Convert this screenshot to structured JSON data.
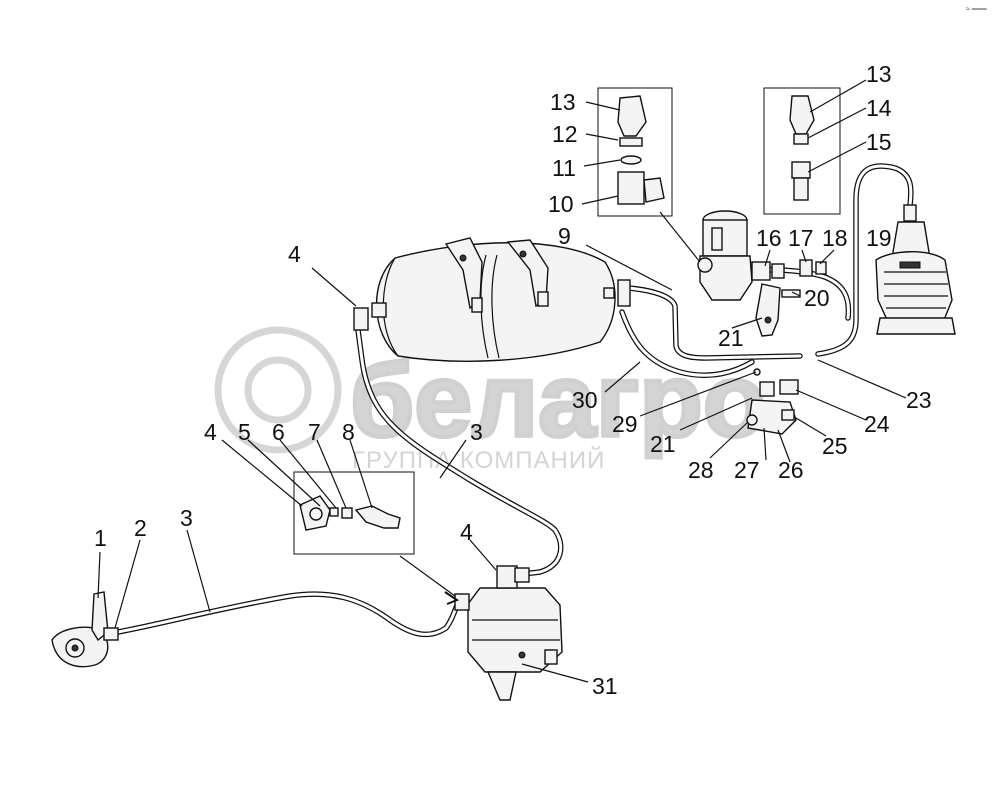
{
  "watermark": {
    "brand": "белагро",
    "subtitle": "ГРУППА КОМПАНИЙ"
  },
  "corner_mark": "≈ ═══",
  "callouts": [
    {
      "id": "c1",
      "text": "1"
    },
    {
      "id": "c2",
      "text": "2"
    },
    {
      "id": "c3a",
      "text": "3"
    },
    {
      "id": "c3b",
      "text": "3"
    },
    {
      "id": "c4a",
      "text": "4"
    },
    {
      "id": "c4b",
      "text": "4"
    },
    {
      "id": "c4c",
      "text": "4"
    },
    {
      "id": "c5",
      "text": "5"
    },
    {
      "id": "c6",
      "text": "6"
    },
    {
      "id": "c7",
      "text": "7"
    },
    {
      "id": "c8",
      "text": "8"
    },
    {
      "id": "c9",
      "text": "9"
    },
    {
      "id": "c10",
      "text": "10"
    },
    {
      "id": "c11",
      "text": "11"
    },
    {
      "id": "c12",
      "text": "12"
    },
    {
      "id": "c13a",
      "text": "13"
    },
    {
      "id": "c13b",
      "text": "13"
    },
    {
      "id": "c14",
      "text": "14"
    },
    {
      "id": "c15",
      "text": "15"
    },
    {
      "id": "c16",
      "text": "16"
    },
    {
      "id": "c17",
      "text": "17"
    },
    {
      "id": "c18",
      "text": "18"
    },
    {
      "id": "c19",
      "text": "19"
    },
    {
      "id": "c20",
      "text": "20"
    },
    {
      "id": "c21a",
      "text": "21"
    },
    {
      "id": "c21b",
      "text": "21"
    },
    {
      "id": "c23",
      "text": "23"
    },
    {
      "id": "c24",
      "text": "24"
    },
    {
      "id": "c25",
      "text": "25"
    },
    {
      "id": "c26",
      "text": "26"
    },
    {
      "id": "c27",
      "text": "27"
    },
    {
      "id": "c28",
      "text": "28"
    },
    {
      "id": "c29",
      "text": "29"
    },
    {
      "id": "c30",
      "text": "30"
    },
    {
      "id": "c31",
      "text": "31"
    }
  ]
}
